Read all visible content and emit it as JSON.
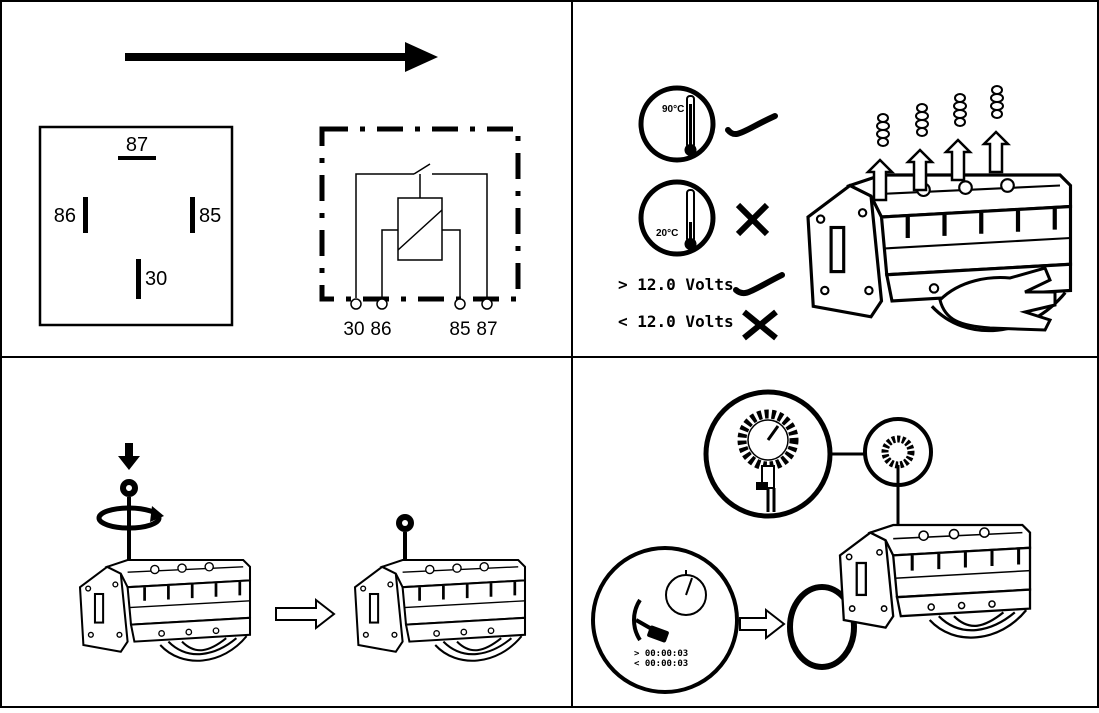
{
  "relay_pins": {
    "top": "87",
    "left": "86",
    "right": "85",
    "bottom": "30"
  },
  "schematic_terminals": [
    "30",
    "86",
    "85",
    "87"
  ],
  "temperature_checks": {
    "hot": "90°C",
    "cold": "20°C"
  },
  "voltage_checks": {
    "above": "> 12.0 Volts",
    "below": "< 12.0 Volts"
  },
  "timer_readings": {
    "above": "> 00:00:03",
    "below": "< 00:00:03"
  },
  "icons": [
    "arrow-right-icon",
    "checkmark-icon",
    "cross-icon",
    "thermometer-icon",
    "pressure-gauge-icon",
    "stopwatch-icon",
    "key-icon",
    "o-ring-icon",
    "rotate-icon",
    "arrow-down-icon"
  ]
}
